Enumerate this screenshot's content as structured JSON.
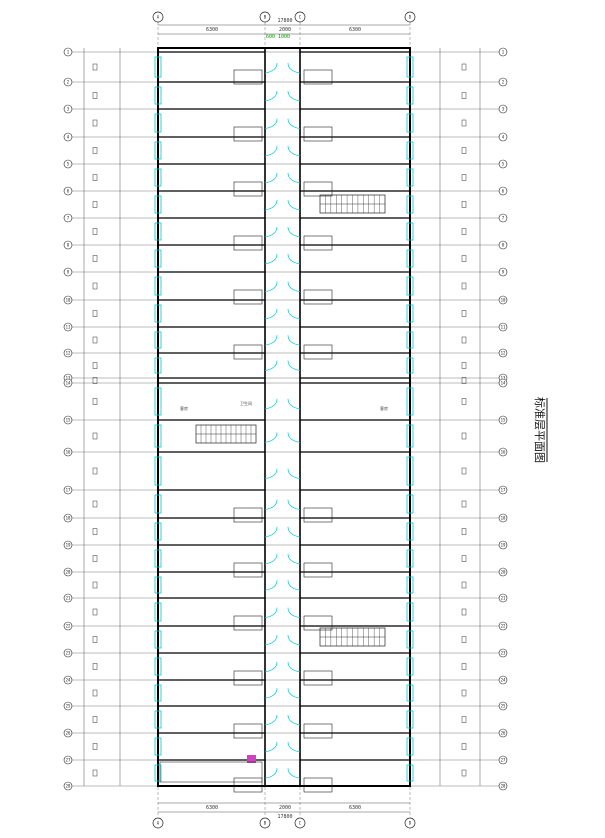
{
  "title": "标准层平面图",
  "dimensions": {
    "top_total": "17800",
    "top_segments": [
      "6300",
      "2000",
      "6300"
    ],
    "top_sub": "600 1000",
    "bottom_total": "17800",
    "bottom_segments": [
      "6300",
      "2000",
      "6300"
    ]
  },
  "column_labels": [
    "A",
    "B",
    "C",
    "D"
  ],
  "row_labels": [
    "1",
    "2",
    "3",
    "4",
    "5",
    "6",
    "7",
    "8",
    "9",
    "10",
    "11",
    "12",
    "13",
    "14",
    "15",
    "16",
    "17",
    "18",
    "19",
    "20",
    "21",
    "22",
    "23",
    "24",
    "25",
    "26",
    "27",
    "28"
  ],
  "room_labels": [
    "客房",
    "客房",
    "卫生间"
  ],
  "colors": {
    "wall": "#000000",
    "line": "#555555",
    "window": "#00c8d8",
    "door": "#00c8d8",
    "axis": "#009900",
    "highlight": "#d040c0"
  }
}
